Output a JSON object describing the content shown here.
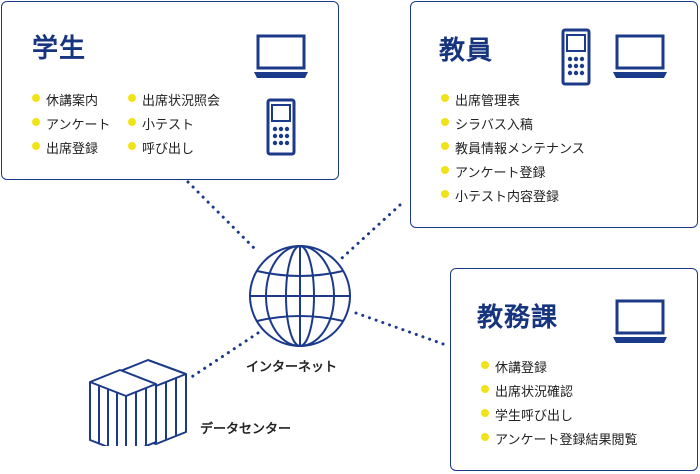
{
  "student": {
    "title": "学生",
    "items_col1": [
      "休講案内",
      "アンケート",
      "出席登録"
    ],
    "items_col2": [
      "出席状況照会",
      "小テスト",
      "呼び出し"
    ]
  },
  "faculty": {
    "title": "教員",
    "items": [
      "出席管理表",
      "シラバス入稿",
      "教員情報メンテナンス",
      "アンケート登録",
      "小テスト内容登録"
    ]
  },
  "office": {
    "title": "教務課",
    "items": [
      "休講登録",
      "出席状況確認",
      "学生呼び出し",
      "アンケート登録結果閲覧"
    ]
  },
  "internet_label": "インターネット",
  "datacenter_label": "データセンター",
  "colors": {
    "navy": "#1c3a8a",
    "bullet": "#f2e21a"
  }
}
